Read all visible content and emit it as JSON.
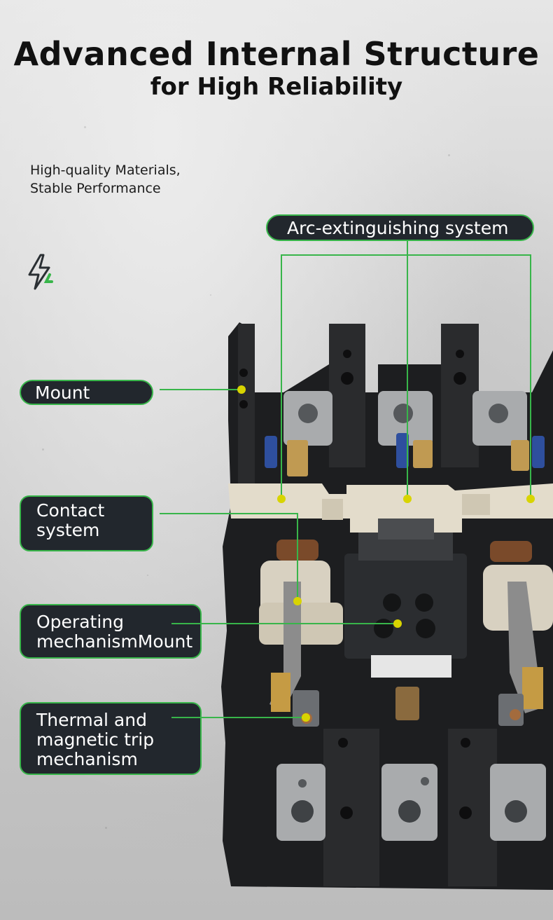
{
  "heading": {
    "title": "Advanced Internal Structure",
    "subtitle": "for High Reliability"
  },
  "intro": {
    "line1": "High-quality Materials,",
    "line2": "Stable Performance"
  },
  "icon": "lightning-bolt-icon",
  "colors": {
    "accent": "#38b54a",
    "label_bg": "#22272d",
    "dot": "#d8d400",
    "breaker_body": "#1e1f21"
  },
  "callouts": {
    "arc": {
      "text": "Arc-extinguishing system"
    },
    "mount": {
      "text": "Mount"
    },
    "contact": {
      "line1": "Contact",
      "line2": "system"
    },
    "operating": {
      "line1": "Operating",
      "line2": "mechanismMount"
    },
    "thermal": {
      "line1": "Thermal and",
      "line2": "magnetic trip",
      "line3": "mechanism"
    }
  }
}
